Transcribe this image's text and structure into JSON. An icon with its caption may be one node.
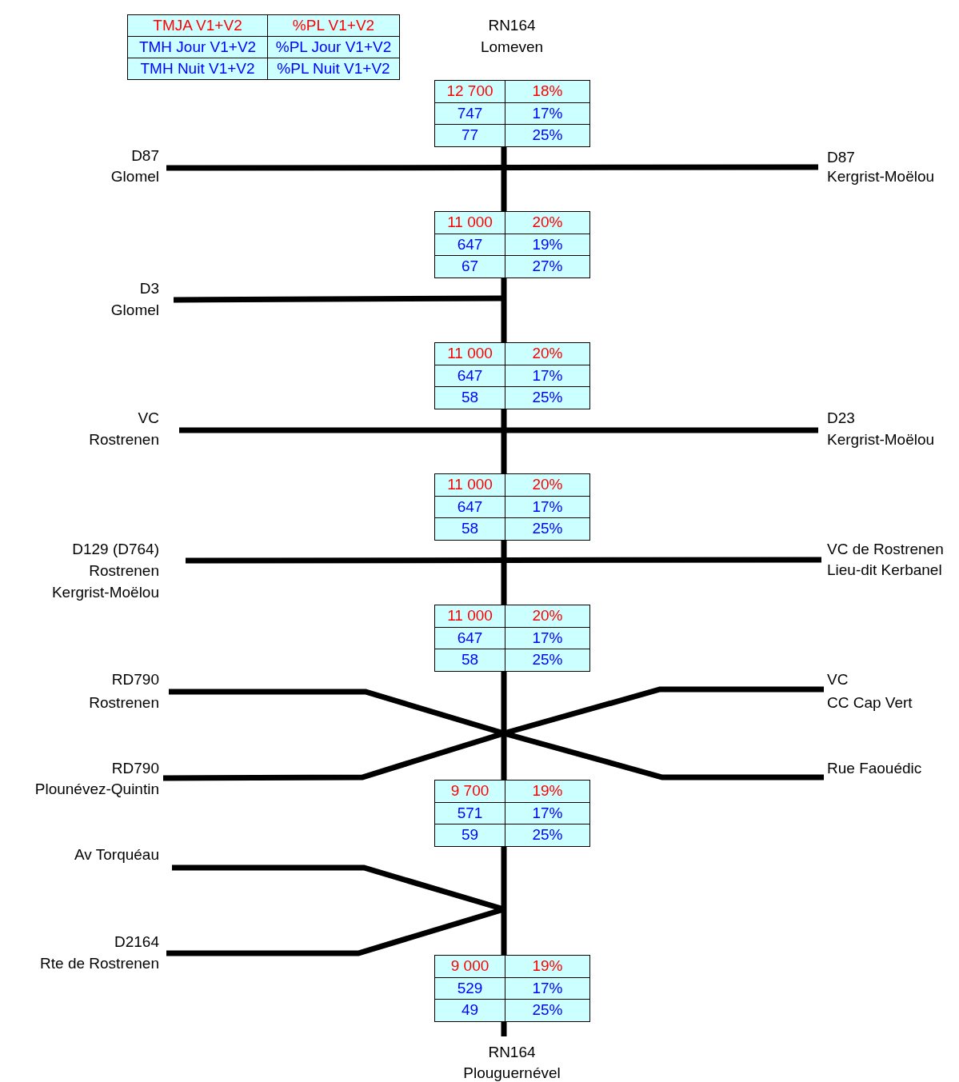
{
  "diagram": {
    "labels": [
      "TMJA V1+V2",
      "%PL V1+V2",
      "TMH Jour V1+V2",
      "%PL Jour V1+V2",
      "TMH Nuit V1+V2",
      "%PL Nuit V1+V2",
      "RN164",
      "Lomeven",
      "12 700",
      "18%",
      "747",
      "17%",
      "77",
      "25%",
      "D87",
      "Glomel",
      "D87",
      "Kergrist-Moëlou",
      "11 000",
      "20%",
      "647",
      "19%",
      "67",
      "27%",
      "D3",
      "Glomel",
      "11 000",
      "20%",
      "647",
      "17%",
      "58",
      "25%",
      "VC",
      "Rostrenen",
      "D23",
      "Kergrist-Moëlou",
      "11 000",
      "20%",
      "647",
      "17%",
      "58",
      "25%",
      "D129 (D764)",
      "Rostrenen",
      "Kergrist-Moëlou",
      "VC de Rostrenen",
      "Lieu-dit Kerbanel",
      "11 000",
      "20%",
      "647",
      "17%",
      "58",
      "25%",
      "RD790",
      "Rostrenen",
      "VC",
      "CC Cap Vert",
      "RD790",
      "Plounévez-Quintin",
      "Rue Faouédic",
      "9 700",
      "19%",
      "571",
      "17%",
      "59",
      "25%",
      "Av Torquéau",
      "D2164",
      "Rte de Rostrenen",
      "9 000",
      "19%",
      "529",
      "17%",
      "49",
      "25%",
      "RN164",
      "Plouguernével"
    ]
  }
}
